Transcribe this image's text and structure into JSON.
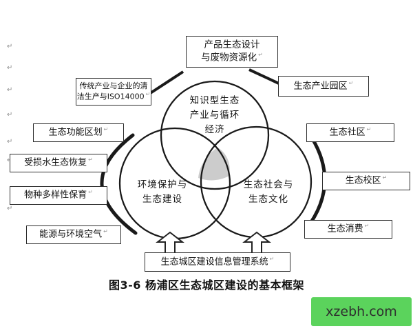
{
  "figure": {
    "caption": "图3-6 杨浦区生态城区建设的基本框架",
    "return_glyph": "↵"
  },
  "venn": {
    "top_circle": {
      "lines": [
        "知识型生态",
        "产业与循环",
        "经济"
      ]
    },
    "left_circle": {
      "lines": [
        "环境保护与",
        "生态建设"
      ]
    },
    "right_circle": {
      "lines": [
        "生态社会与",
        "生态文化"
      ]
    }
  },
  "boxes": {
    "product_design": {
      "lines": [
        "产品生态设计",
        "与废物资源化"
      ]
    },
    "cleaner_production": {
      "lines": [
        "传统产业与企业的清",
        "洁生产与ISO14000"
      ]
    },
    "eco_industrial_park": {
      "label": "生态产业园区"
    },
    "eco_function_zoning": {
      "label": "生态功能区划"
    },
    "water_restoration": {
      "label": "受损水生态恢复"
    },
    "biodiversity": {
      "label": "物种多样性保育"
    },
    "energy_air": {
      "label": "能源与环境空气"
    },
    "eco_community": {
      "label": "生态社区"
    },
    "eco_campus": {
      "label": "生态校区"
    },
    "eco_consumption": {
      "label": "生态消费"
    },
    "info_system": {
      "label": "生态城区建设信息管理系统"
    }
  },
  "watermark": {
    "label": "xzebh.com",
    "bg_color": "#5bd35c"
  },
  "colors": {
    "line": "#1a1a1a",
    "venn_overlap_fill": "#cccccc",
    "box_border": "#2d2d2d"
  }
}
